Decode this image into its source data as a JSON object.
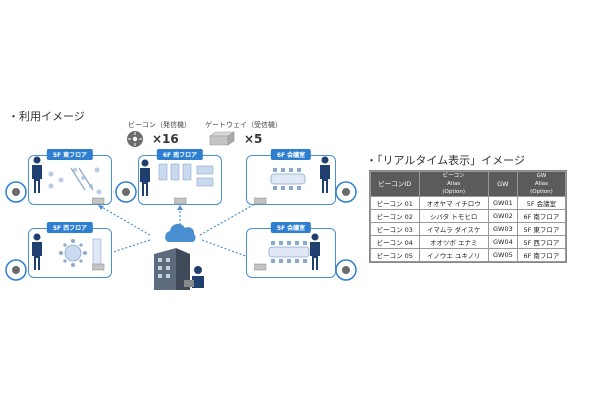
{
  "left_heading": "・利用イメージ",
  "right_heading": "・「リアルタイム表示」イメージ",
  "legend": {
    "beacon_label": "ビーコン（発信機）",
    "beacon_count": "×16",
    "gateway_label": "ゲートウェイ（受信機）",
    "gateway_count": "×5"
  },
  "panels": {
    "top_left": "5F 東フロア",
    "top_middle": "6F 南フロア",
    "top_right": "6F 会議室",
    "bottom_left": "5F 西フロア",
    "bottom_right": "5F 会議室"
  },
  "table": {
    "headers": [
      {
        "line1": "ビーコンID",
        "line2": "",
        "line3": ""
      },
      {
        "line1": "ビーコン",
        "line2": "Alias",
        "line3": "(Option)"
      },
      {
        "line1": "GW",
        "line2": "",
        "line3": ""
      },
      {
        "line1": "GW",
        "line2": "Alias",
        "line3": "(Option)"
      }
    ],
    "rows": [
      [
        "ビーコン 01",
        "オオヤマ イチロウ",
        "GW01",
        "5F 会議室"
      ],
      [
        "ビーコン 02",
        "シバタ トモヒロ",
        "GW02",
        "6F 南フロア"
      ],
      [
        "ビーコン 03",
        "イマムラ ダイスケ",
        "GW03",
        "5F 東フロア"
      ],
      [
        "ビーコン 04",
        "オオツボ エナミ",
        "GW04",
        "5F 西フロア"
      ],
      [
        "ビーコン 05",
        "イノウエ ユキノリ",
        "GW05",
        "6F 南フロア"
      ]
    ]
  },
  "colors": {
    "accent": "#2f7fd0",
    "table_header": "#5b5b5b"
  }
}
